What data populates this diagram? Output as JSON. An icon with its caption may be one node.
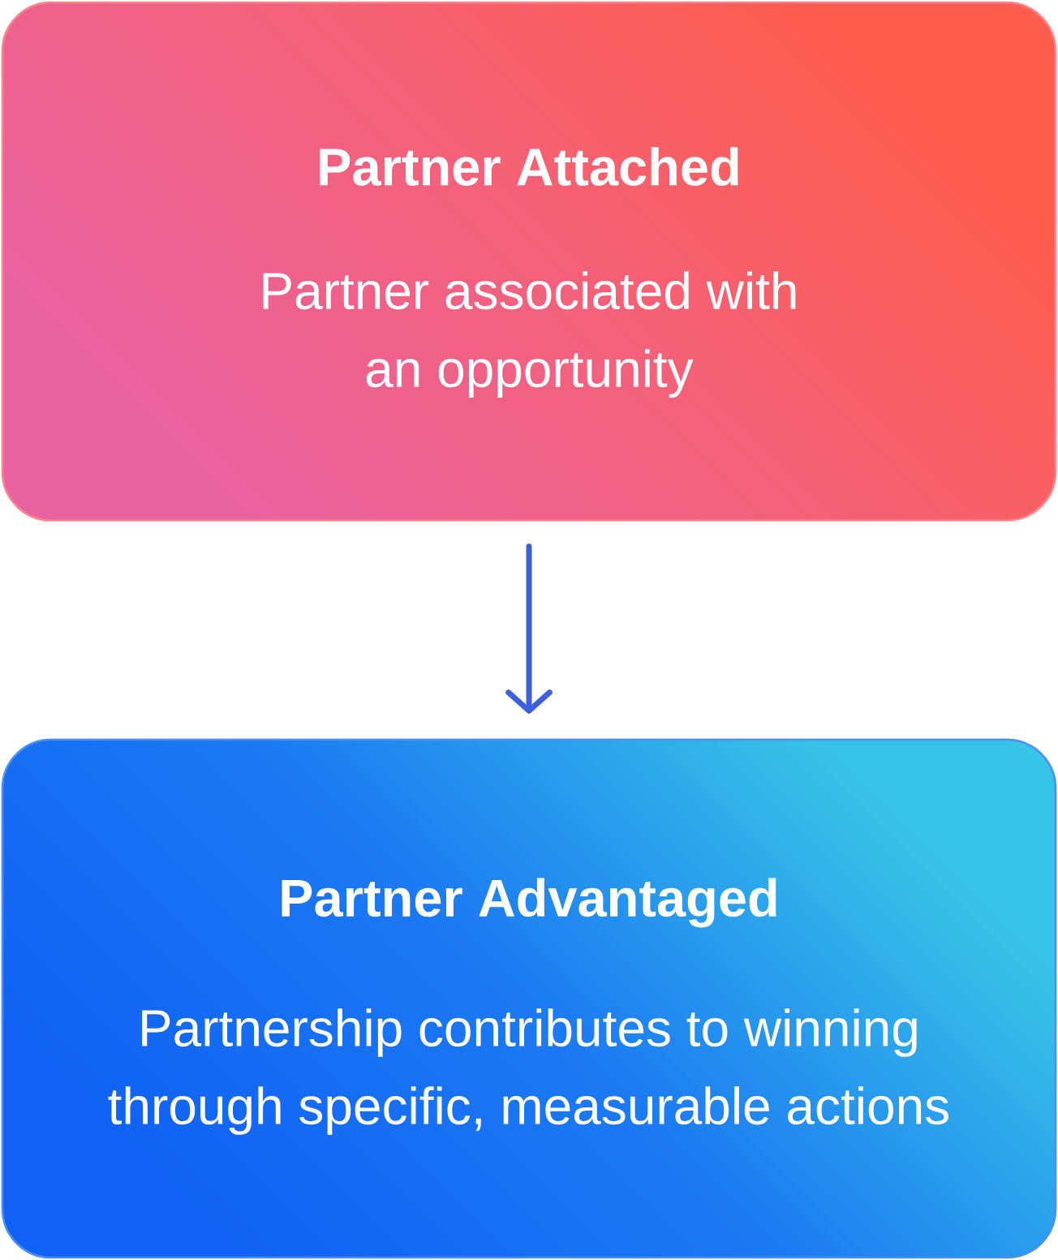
{
  "diagram": {
    "nodes": [
      {
        "text": [
          "Partner Attached",
          "Partner associated with an opportunity"
        ]
      },
      {
        "text": [
          "Partner Advantaged",
          "Partnership contributes to winning through specific, measurable actions"
        ]
      }
    ],
    "edges": [
      {
        "from": 0,
        "to": 1,
        "arrow": "to"
      }
    ]
  }
}
